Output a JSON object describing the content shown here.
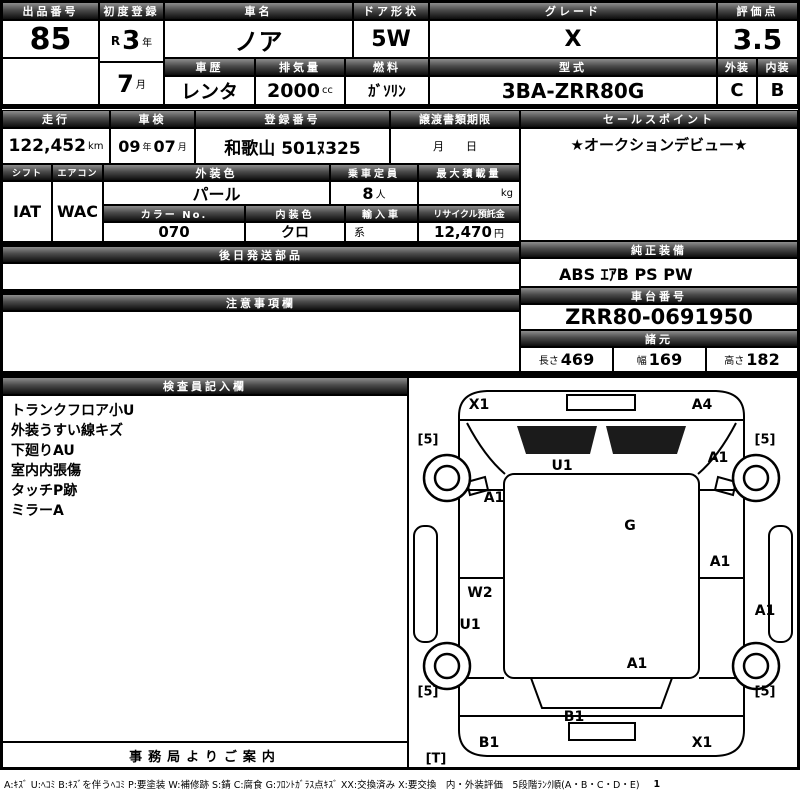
{
  "top": {
    "lot_label": "出品番号",
    "lot": "85",
    "firstreg_label": "初度登録",
    "era": "R",
    "reg_year": "3",
    "year_unit": "年",
    "reg_month": "7",
    "month_unit": "月",
    "name_label": "車名",
    "name": "ノア",
    "door_label": "ドア形状",
    "door": "5W",
    "grade_label": "グレード",
    "grade": "X",
    "score_label": "評価点",
    "score": "3.5",
    "history_label": "車歴",
    "history": "レンタ",
    "disp_label": "排気量",
    "disp": "2000",
    "disp_unit": "cc",
    "fuel_label": "燃料",
    "fuel": "ｶﾞｿﾘﾝ",
    "model_label": "型式",
    "model": "3BA-ZRR80G",
    "ext_label": "外装",
    "ext": "C",
    "int_label": "内装",
    "int": "B"
  },
  "mid": {
    "mileage_label": "走行",
    "mileage": "122,452",
    "mileage_unit": "km",
    "shaken_label": "車検",
    "shaken_y": "09",
    "shaken_y_unit": "年",
    "shaken_m": "07",
    "shaken_m_unit": "月",
    "regno_label": "登録番号",
    "regno": "和歌山 501ﾇ325",
    "transfer_label": "譲渡書類期限",
    "transfer": "月　　日",
    "sales_label": "セールスポイント",
    "sales": "★オークションデビュー★"
  },
  "equip": {
    "shift_label": "シフト",
    "shift": "IAT",
    "ac_label": "エアコン",
    "ac": "WAC",
    "extcolor_label": "外装色",
    "extcolor": "パール",
    "cap_label": "乗車定員",
    "cap": "8",
    "cap_unit": "人",
    "load_label": "最大積載量",
    "load_unit": "kg",
    "colorno_label": "カラー No.",
    "colorno": "070",
    "intcolor_label": "内装色",
    "intcolor": "クロ",
    "intcolor_suffix": "系",
    "import_label": "輸入車",
    "recycle_label": "リサイクル預託金",
    "recycle": "12,470",
    "recycle_unit": "円"
  },
  "sections": {
    "later_label": "後日発送部品",
    "genuine_label": "純正装備",
    "genuine": "ABS ｴｱB PS PW",
    "caution_label": "注意事項欄",
    "chassis_label": "車台番号",
    "chassis": "ZRR80-0691950",
    "spec_label": "諸元",
    "len_label": "長さ",
    "len": "469",
    "wid_label": "幅",
    "wid": "169",
    "hgt_label": "高さ",
    "hgt": "182",
    "inspector_label": "検査員記入欄",
    "office_label": "事務局よりご案内"
  },
  "inspector_lines": [
    "トランクフロア小U",
    "外装うすい線キズ",
    "下廻りAU",
    "室内内張傷",
    "タッチP跡",
    "ミラーA"
  ],
  "diagram_labels": [
    "X1",
    "A4",
    "[5]",
    "[5]",
    "A1",
    "U1",
    "A1",
    "G",
    "A1",
    "W2",
    "U1",
    "A1",
    "A1",
    "[5]",
    "[5]",
    "B1",
    "B1",
    "X1",
    "[T]"
  ],
  "legend": "A:ｷｽﾞ U:ﾍｺﾐ B:ｷｽﾞを伴うﾍｺﾐ P:要塗装 W:補修跡 S:錆 C:腐食 G:ﾌﾛﾝﾄｶﾞﾗｽ点ｷｽﾞ XX:交換済み X:要交換　内・外装評価　5段階ﾗﾝｸ順(A・B・C・D・E)",
  "legend_page": "1"
}
